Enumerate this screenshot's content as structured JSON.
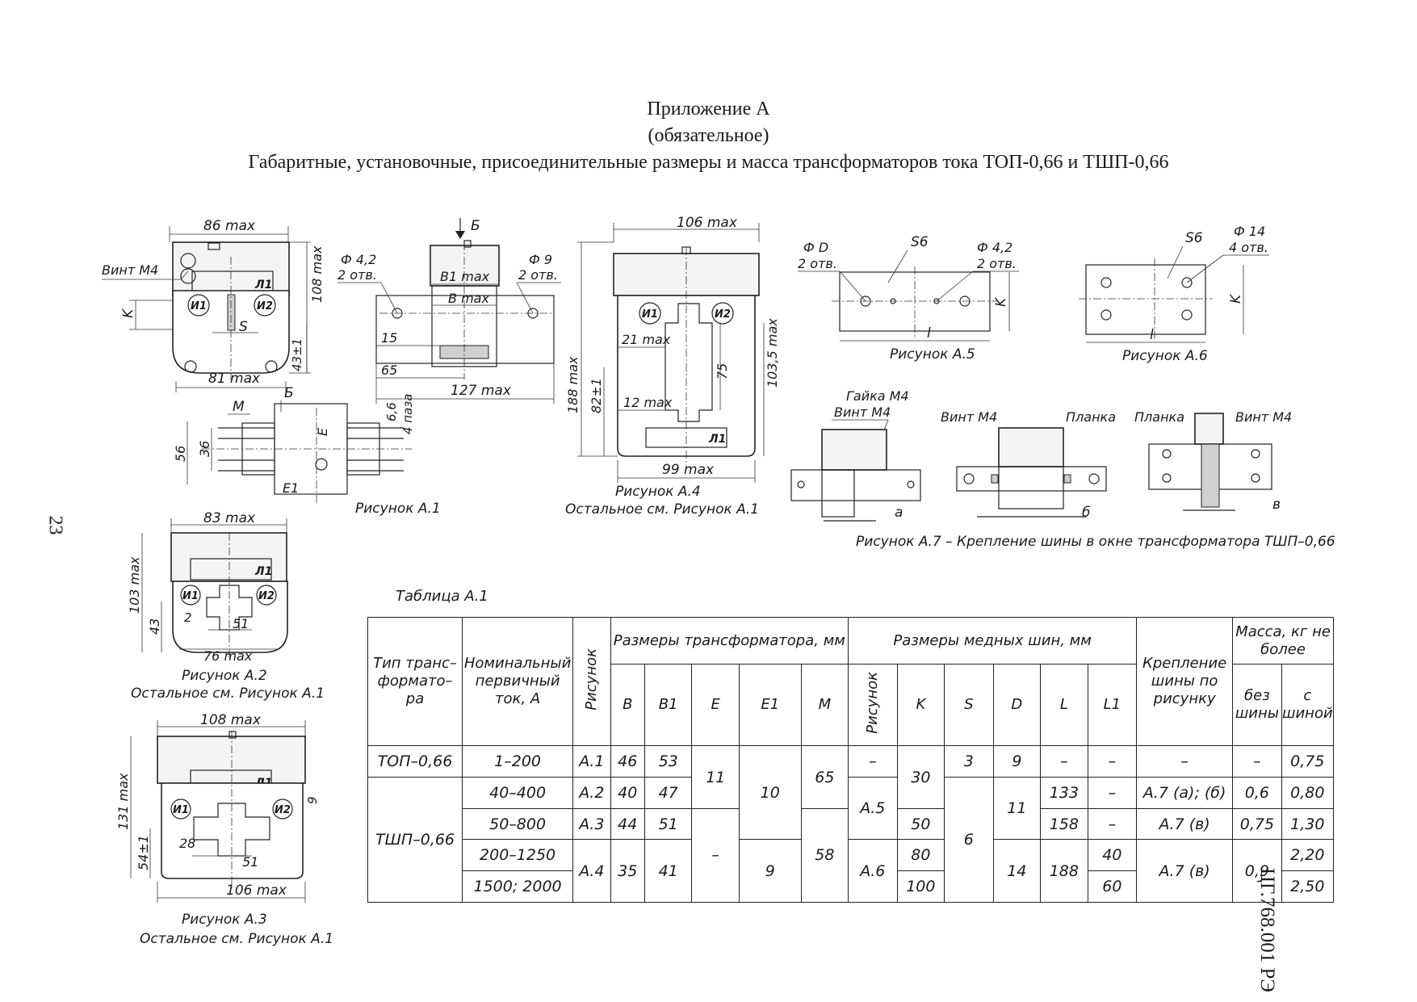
{
  "header": {
    "line1": "Приложение А",
    "line2": "(обязательное)",
    "line3": "Габаритные, установочные, присоединительные размеры и масса трансформаторов тока ТОП-0,66 и ТШП-0,66"
  },
  "page_number": "23",
  "doc_code": "ЦГ.768.001 РЭ",
  "figures": {
    "a1": {
      "caption": "Рисунок А.1",
      "dims": {
        "width_top": "86 max",
        "height": "108 max",
        "screw": "Винт М4",
        "K": "K",
        "S": "S",
        "h43": "43±1",
        "width_bottom": "81 max",
        "L1": "Л1",
        "I1": "И1",
        "I2": "И2",
        "B": "Б",
        "M": "M",
        "h56": "56",
        "h36": "36",
        "E": "E",
        "E1": "E1",
        "h6_6": "6,6",
        "groove": "4 паза"
      }
    },
    "a1_side": {
      "B_arrow": "Б",
      "hole1": "Ф 4,2",
      "hole1b": "2 отв.",
      "hole2": "Ф 9",
      "hole2b": "2 отв.",
      "B1": "B1 max",
      "B": "B max",
      "d15": "15",
      "d65": "65",
      "d127": "127 max"
    },
    "a2": {
      "caption": "Рисунок А.2",
      "subcaption": "Остальное см. Рисунок А.1",
      "dims": {
        "width_top": "83 max",
        "height": "103 max",
        "h43": "43",
        "w51": "51",
        "w76": "76 max",
        "d2": "2",
        "L1": "Л1",
        "I1": "И1",
        "I2": "И2"
      }
    },
    "a3": {
      "caption": "Рисунок А.3",
      "subcaption": "Остальное см. Рисунок А.1",
      "dims": {
        "width_top": "108 max",
        "height": "131 max",
        "h54": "54±1",
        "w51": "51",
        "w106": "106 max",
        "d28": "28",
        "d9": "9",
        "L1": "Л1",
        "I1": "И1",
        "I2": "И2"
      }
    },
    "a4": {
      "caption": "Рисунок А.4",
      "subcaption": "Остальное см. Рисунок А.1",
      "dims": {
        "width_top": "106 max",
        "h188": "188 max",
        "h82": "82±1",
        "h103": "103,5 max",
        "w21": "21 max",
        "h75": "75",
        "w12": "12 max",
        "w99": "99 max",
        "L1": "Л1",
        "I1": "И1",
        "I2": "И2"
      }
    },
    "a5": {
      "caption": "Рисунок А.5",
      "dims": {
        "holeD": "Ф D",
        "holeDb": "2 отв.",
        "S6": "S6",
        "hole42": "Ф 4,2",
        "hole42b": "2 отв.",
        "K": "K",
        "l": "l"
      }
    },
    "a6": {
      "caption": "Рисунок А.6",
      "dims": {
        "S6": "S6",
        "hole14": "Ф 14",
        "hole14b": "4 отв.",
        "K": "K",
        "l": "l"
      }
    },
    "a7": {
      "caption": "Рисунок А.7 – Крепление шины в окне трансформатора ТШП–0,66",
      "labels": {
        "nut": "Гайка М4",
        "screw": "Винт М4",
        "screw2": "Винт М4",
        "plate": "Планка",
        "plate2": "Планка",
        "screw3": "Винт М4",
        "a": "а",
        "b": "б",
        "v": "в"
      }
    }
  },
  "table": {
    "caption": "Таблица А.1",
    "headers": {
      "type": "Тип транс– формато– ра",
      "current": "Номинальный первичный ток, А",
      "figure": "Рисунок",
      "trans_dims": "Размеры трансформатора, мм",
      "bus_dims": "Размеры медных шин, мм",
      "mounting": "Крепление шины по рисунку",
      "mass": "Масса, кг не более",
      "B": "B",
      "B1": "B1",
      "E": "E",
      "E1": "E1",
      "M": "M",
      "bus_figure": "Рисунок",
      "K": "K",
      "S": "S",
      "D": "D",
      "L": "L",
      "L1": "L1",
      "no_bus": "без шины",
      "with_bus": "с шиной"
    },
    "cells": {
      "top_type": "ТОП–0,66",
      "tshp_type": "ТШП–0,66",
      "r1_current": "1–200",
      "r1_fig": "А.1",
      "r1_B": "46",
      "r1_B1": "53",
      "E_11": "11",
      "E1_10": "10",
      "M_65": "65",
      "r1_busfig": "–",
      "K_30": "30",
      "r1_S": "3",
      "r1_D": "9",
      "r1_L": "–",
      "r1_L1": "–",
      "r1_mount": "–",
      "r1_m1": "–",
      "r1_m2": "0,75",
      "r2_current": "40–400",
      "r2_fig": "А.2",
      "r2_B": "40",
      "r2_B1": "47",
      "busfig_A5": "А.5",
      "D_11": "11",
      "r2_L": "133",
      "r2_L1": "–",
      "r2_mount": "А.7 (а); (б)",
      "r2_m1": "0,6",
      "r2_m2": "0,80",
      "r3_current": "50–800",
      "r3_fig": "А.3",
      "r3_B": "44",
      "r3_B1": "51",
      "E_dash": "–",
      "M_58": "58",
      "r3_K": "50",
      "S_6": "6",
      "r3_L": "158",
      "r3_L1": "–",
      "r3_mount": "А.7 (в)",
      "r3_m1": "0,75",
      "r3_m2": "1,30",
      "r4_current": "200–1250",
      "fig_A4": "А.4",
      "B_35": "35",
      "B1_41": "41",
      "E1_9": "9",
      "busfig_A6": "А.6",
      "r4_K": "80",
      "D_14": "14",
      "L_188": "188",
      "r4_L1": "40",
      "mount_A7v": "А.7 (в)",
      "m1_09": "0,9",
      "r4_m2": "2,20",
      "r5_current": "1500; 2000",
      "r5_K": "100",
      "r5_L1": "60",
      "r5_m2": "2,50"
    }
  }
}
